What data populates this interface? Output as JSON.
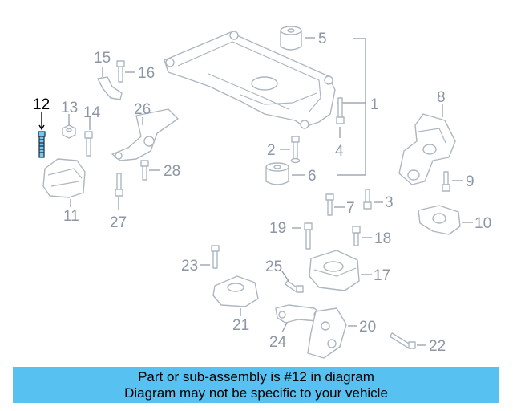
{
  "callouts": {
    "n1": "1",
    "n2": "2",
    "n3": "3",
    "n4": "4",
    "n5": "5",
    "n6": "6",
    "n7": "7",
    "n8": "8",
    "n9": "9",
    "n10": "10",
    "n11": "11",
    "n12": "12",
    "n13": "13",
    "n14": "14",
    "n15": "15",
    "n16": "16",
    "n17": "17",
    "n18": "18",
    "n19": "19",
    "n20": "20",
    "n21": "21",
    "n22": "22",
    "n23": "23",
    "n24": "24",
    "n25": "25",
    "n26": "26",
    "n27": "27",
    "n28": "28"
  },
  "highlight": {
    "part_number": "12",
    "color": "#57c1f2"
  },
  "caption": {
    "line1": "Part or sub-assembly is #12 in diagram",
    "line2": "Diagram may not be specific to your vehicle"
  }
}
